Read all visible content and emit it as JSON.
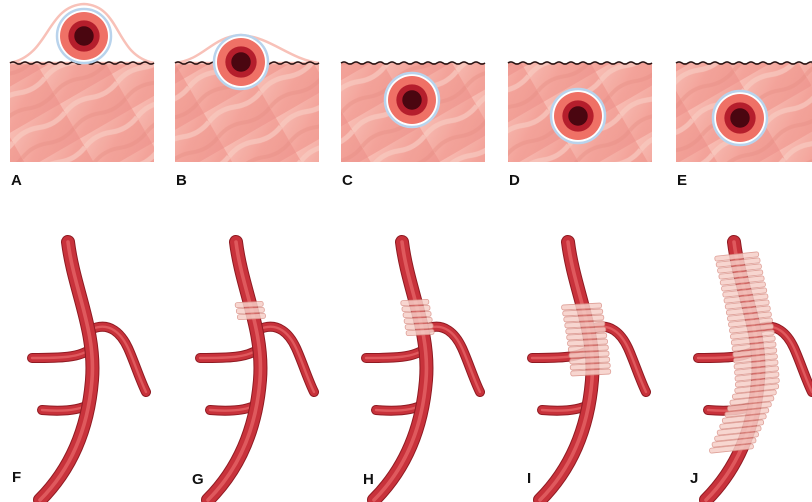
{
  "colors": {
    "tissue_base": "#f29c92",
    "tissue_light": "#f8c1b8",
    "tissue_dark": "#e8877c",
    "vessel_outer_ring": "#b9d3ec",
    "vessel_wall": "#ef7166",
    "vessel_media": "#b51e2c",
    "vessel_lumen": "#4a0610",
    "skin_line": "#2a1414",
    "artery_main": "#c8323b",
    "artery_highlight": "#e86a6c",
    "artery_shadow": "#8f1a22",
    "wrap_fill": "#f6d0c8",
    "wrap_stroke": "#d98f86"
  },
  "top_row": {
    "panels": [
      {
        "id": "A",
        "label": "A",
        "vessel_position": "above-surface"
      },
      {
        "id": "B",
        "label": "B",
        "vessel_position": "at-surface"
      },
      {
        "id": "C",
        "label": "C",
        "vessel_position": "shallow"
      },
      {
        "id": "D",
        "label": "D",
        "vessel_position": "deeper"
      },
      {
        "id": "E",
        "label": "E",
        "vessel_position": "deep"
      }
    ]
  },
  "bottom_row": {
    "panels": [
      {
        "id": "F",
        "label": "F",
        "wrap_extent": 0
      },
      {
        "id": "G",
        "label": "G",
        "wrap_extent": 1
      },
      {
        "id": "H",
        "label": "H",
        "wrap_extent": 2
      },
      {
        "id": "I",
        "label": "I",
        "wrap_extent": 3
      },
      {
        "id": "J",
        "label": "J",
        "wrap_extent": 4
      }
    ]
  }
}
